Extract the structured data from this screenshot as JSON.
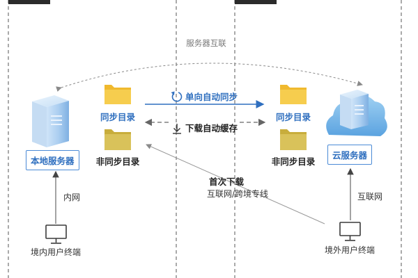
{
  "labels": {
    "server_interconnect": "服务器互联",
    "one_way_sync": "单向自动同步",
    "download_cache": "下载自动缓存",
    "first_download": "首次下载",
    "channel": "互联网/跨境专线",
    "intranet": "内网",
    "internet": "互联网"
  },
  "left": {
    "sync_dir": "同步目录",
    "nonsync_dir": "非同步目录",
    "server": "本地服务器",
    "user": "境内用户终端"
  },
  "right": {
    "sync_dir": "同步目录",
    "nonsync_dir": "非同步目录",
    "server": "云服务器",
    "user": "境外用户终端"
  },
  "colors": {
    "accent_blue": "#2f6fbf",
    "box_border": "#4a8ad6",
    "folder_yellow": "#f2c33a",
    "folder_olive": "#d9c25a",
    "dash_line": "#555555",
    "arrow_gray": "#8a8a8a"
  },
  "icons": {
    "sync": "sync-icon",
    "download": "download-icon",
    "folder": "folder-icon",
    "monitor": "monitor-icon",
    "server": "server-icon",
    "cloud": "cloud-icon"
  }
}
